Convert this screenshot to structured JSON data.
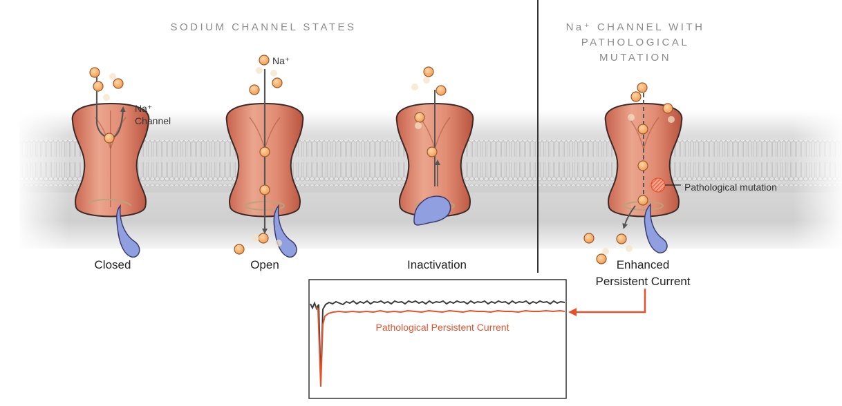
{
  "headings": {
    "states": "SODIUM CHANNEL STATES",
    "mutation_line1": "Na⁺ CHANNEL WITH",
    "mutation_line2": "PATHOLOGICAL",
    "mutation_line3": "MUTATION"
  },
  "channels": [
    {
      "label": "Closed",
      "state": "closed"
    },
    {
      "label": "Open",
      "state": "open"
    },
    {
      "label": "Inactivation",
      "state": "inactivation"
    },
    {
      "label_line1": "Enhanced",
      "label_line2": "Persistent Current",
      "state": "mutant"
    }
  ],
  "annotations": {
    "na_channel_line1": "Na⁺",
    "na_channel_line2": "Channel",
    "na_ion": "Na⁺",
    "pathological_mutation": "Pathological mutation"
  },
  "trace": {
    "label": "Pathological Persistent Current",
    "normal_color": "#3a3a3a",
    "pathological_color": "#e4512b"
  },
  "colors": {
    "channel_fill": "#e08a72",
    "channel_stroke": "#3b2a26",
    "ion_fill": "#f3a45d",
    "gate_fill": "#8f9fe0",
    "accent": "#e4512b",
    "membrane": "#d4d4d4"
  }
}
